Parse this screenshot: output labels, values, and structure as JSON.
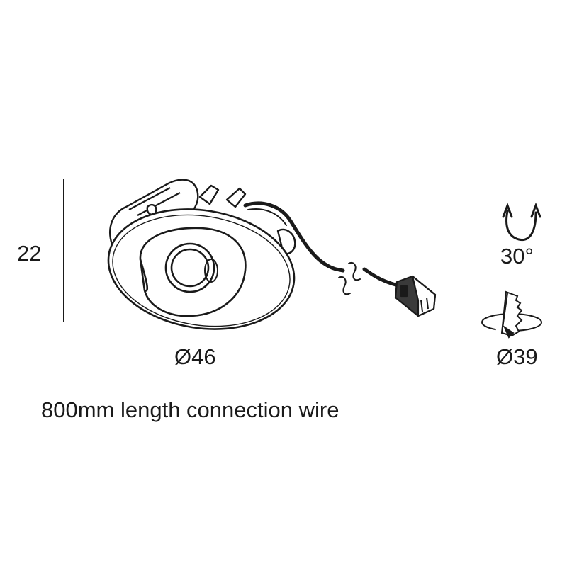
{
  "dimensions": {
    "height": "22",
    "diameter": "Ø46",
    "tilt_angle": "30°",
    "cutout_diameter": "Ø39"
  },
  "note": "800mm length connection wire",
  "colors": {
    "line": "#1a1a1a",
    "background": "#ffffff"
  },
  "icons": [
    "tilt-arrow-icon",
    "cutout-saw-icon"
  ]
}
